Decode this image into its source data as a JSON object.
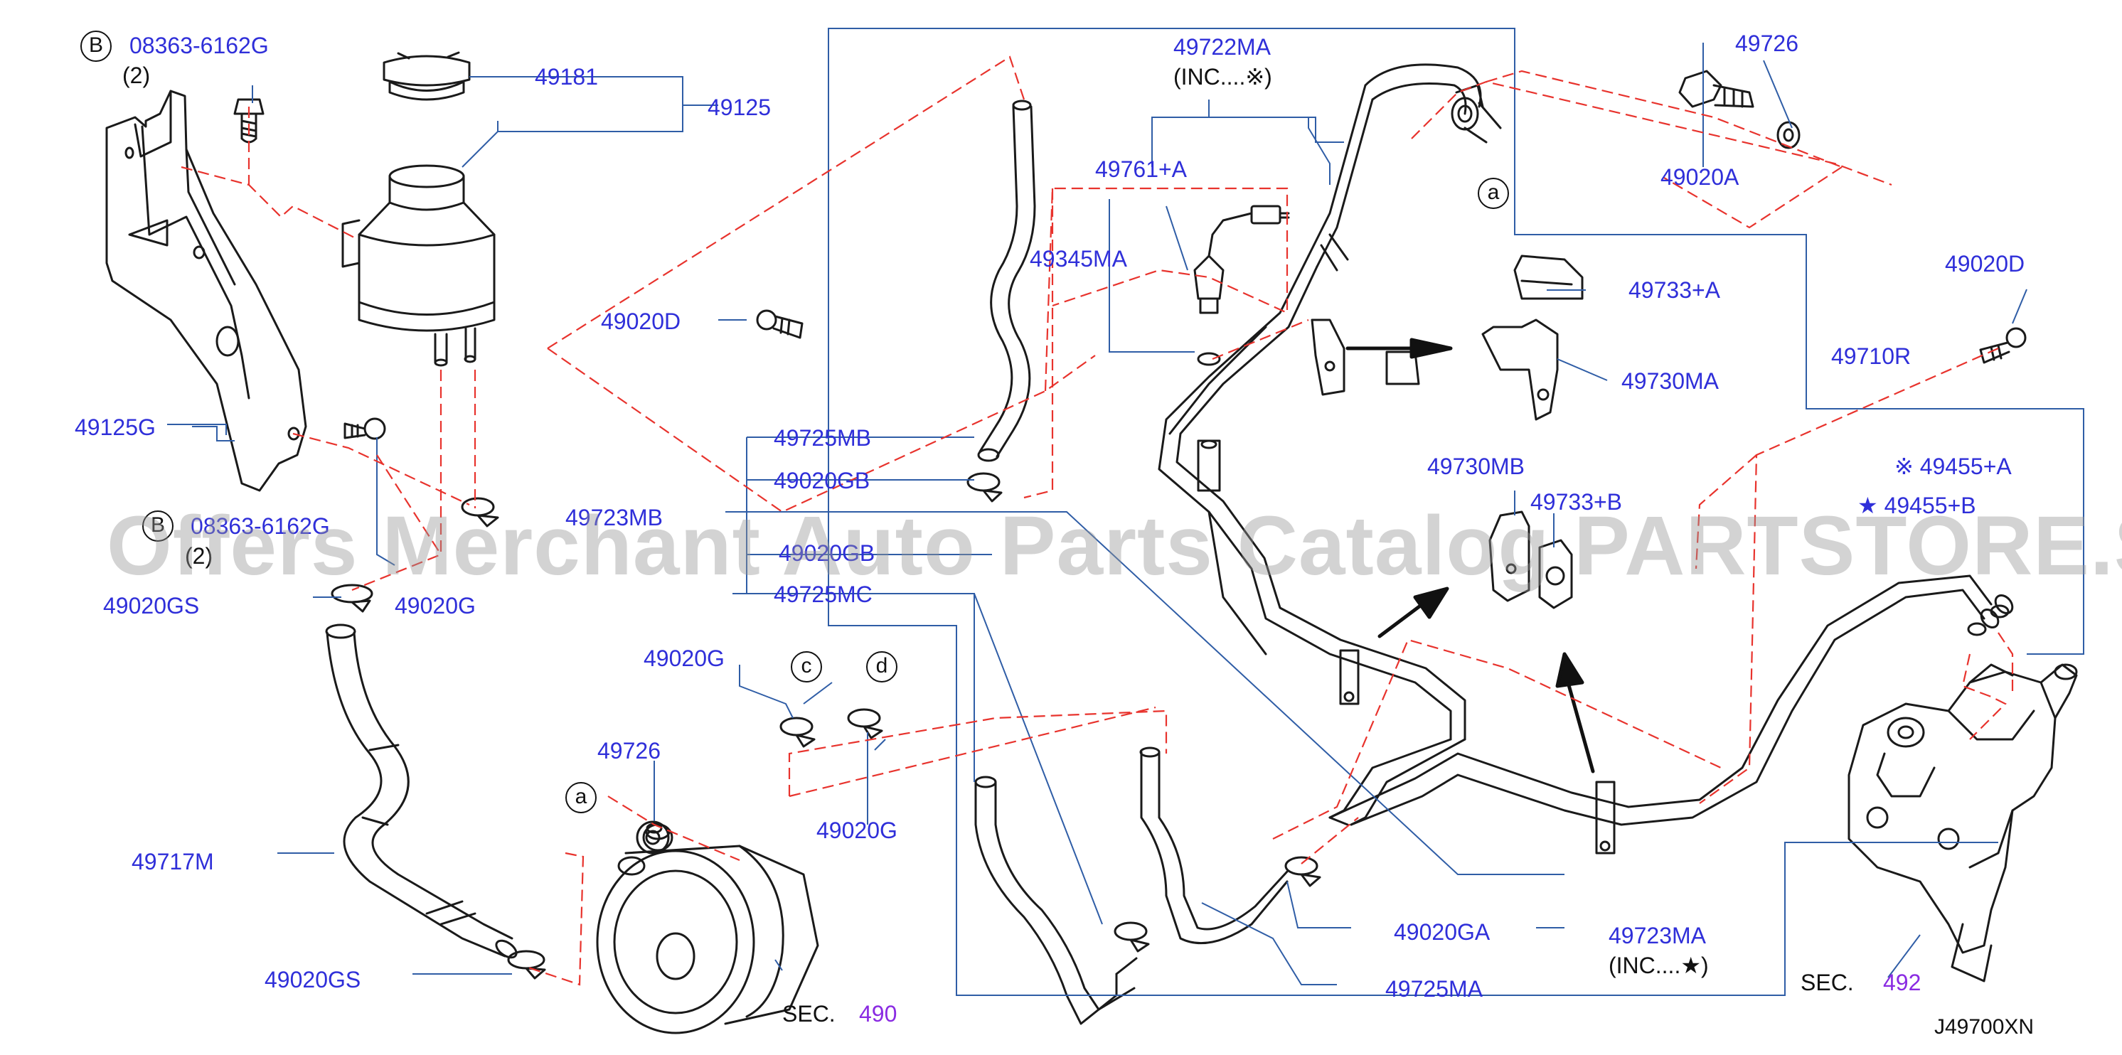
{
  "diagram_code": "J49700XN",
  "watermark": "Offers Merchant Auto Parts Catalog PARTSTORE.SA",
  "colors": {
    "callout": "#2f2fd9",
    "leader": "#2f5da6",
    "dash": "#e8332d",
    "section_ref": "#8a2be2",
    "drawing": "#1a1a1a"
  },
  "callouts": {
    "bolt_top_code": "08363-6162G",
    "bolt_top_qty": "(2)",
    "bolt_top_marker": "B",
    "bolt_mid_code": "08363-6162G",
    "bolt_mid_qty": "(2)",
    "bolt_mid_marker": "B",
    "p49181": "49181",
    "p49125": "49125",
    "p49125G": "49125G",
    "p49020GS_upper": "49020GS",
    "p49020G_left": "49020G",
    "p49717M": "49717M",
    "p49020GS_lower": "49020GS",
    "p49726_lower": "49726",
    "sec490_label": "SEC.",
    "sec490_num": "490",
    "p49020G_mid": "49020G",
    "p49020G_mid2": "49020G",
    "p49020D_left": "49020D",
    "p49723MB": "49723MB",
    "p49725MB": "49725MB",
    "p49020GB": "49020GB",
    "p49020GB_2": "49020GB",
    "p49725MC": "49725MC",
    "p49722MA": "49722MA",
    "p49722MA_inc": "(INC....※)",
    "p49761A": "49761+A",
    "p49345MA": "49345MA",
    "p49726_top": "49726",
    "p49020A": "49020A",
    "p49733A": "49733+A",
    "p49730MA": "49730MA",
    "p49020D_right": "49020D",
    "p49710R": "49710R",
    "p49730MB": "49730MB",
    "p49733B": "49733+B",
    "p49455A": "※ 49455+A",
    "p49455B": "★ 49455+B",
    "p49020GA": "49020GA",
    "p49723MA": "49723MA",
    "p49723MA_inc": "(INC....★)",
    "p49725MA": "49725MA",
    "sec492_label": "SEC.",
    "sec492_num": "492"
  },
  "markers": {
    "a": "a",
    "b": "b",
    "c": "c",
    "d": "d"
  }
}
